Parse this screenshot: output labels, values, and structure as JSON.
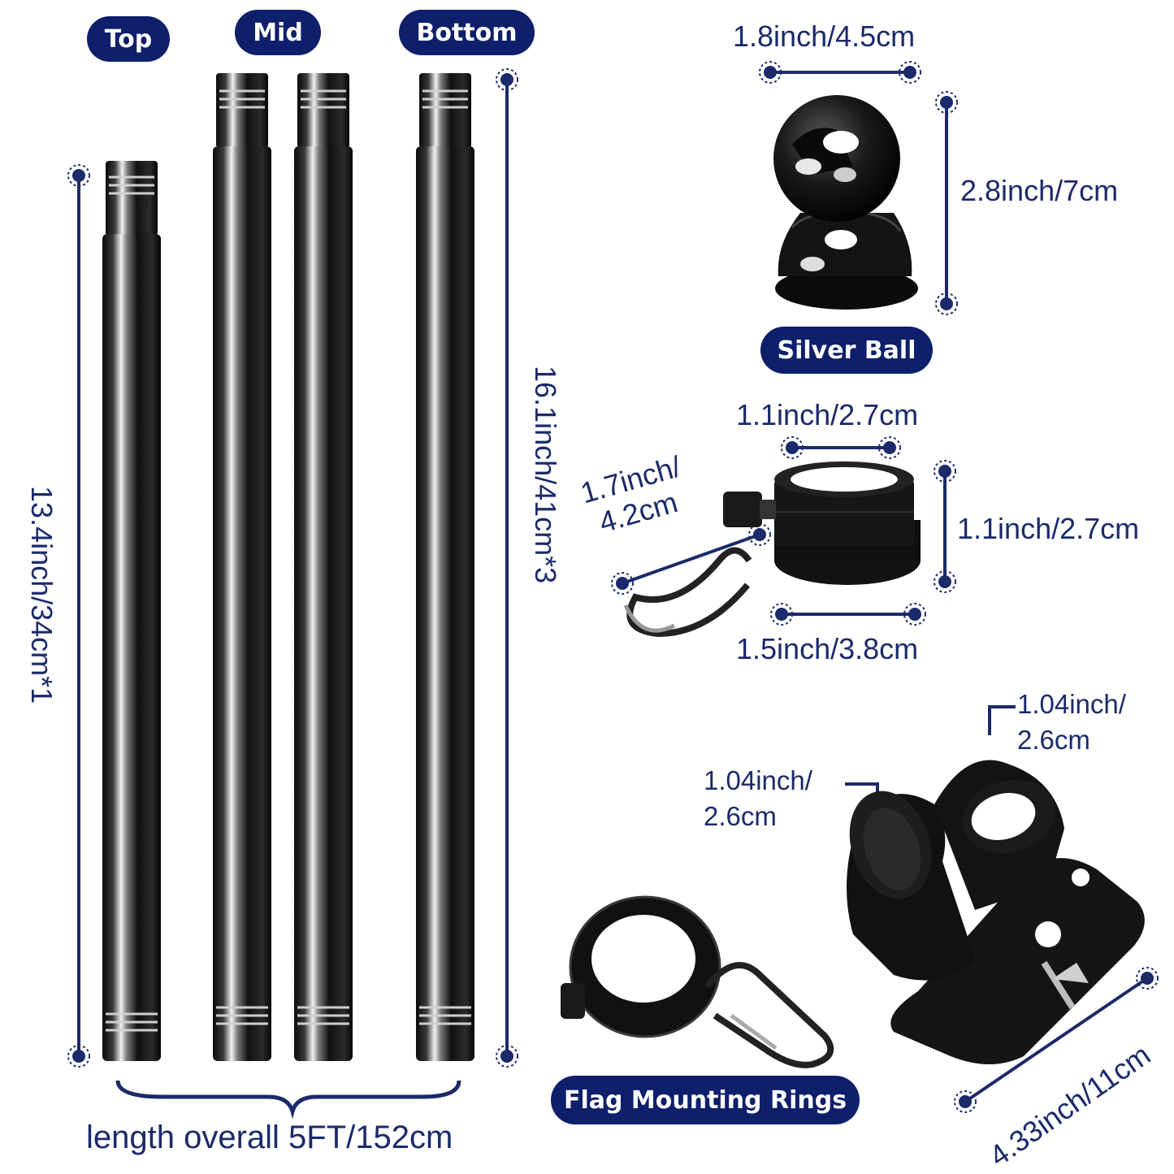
{
  "labels": {
    "top": "Top",
    "mid": "Mid",
    "bottom": "Bottom",
    "silver_ball": "Silver Ball",
    "flag_mounting_rings": "Flag Mounting Rings"
  },
  "dimensions": {
    "top_pole": "13.4inch/34cm*1",
    "mid_bottom_pole": "16.1inch/41cm*3",
    "length_overall": "length overall 5FT/152cm",
    "ball_width": "1.8inch/4.5cm",
    "ball_height": "2.8inch/7cm",
    "ring_inner": "1.1inch/2.7cm",
    "ring_height": "1.1inch/2.7cm",
    "ring_base": "1.5inch/3.8cm",
    "carabiner_line1": "1.7inch/",
    "carabiner_line2": "4.2cm",
    "bracket_hole1_line1": "1.04inch/",
    "bracket_hole1_line2": "2.6cm",
    "bracket_hole2_line1": "1.04inch/",
    "bracket_hole2_line2": "2.6cm",
    "bracket_length": "4.33inch/11cm"
  },
  "colors": {
    "accent": "#0e1f6b",
    "dimension_text": "#1c2a6b",
    "metal": "#111111"
  }
}
